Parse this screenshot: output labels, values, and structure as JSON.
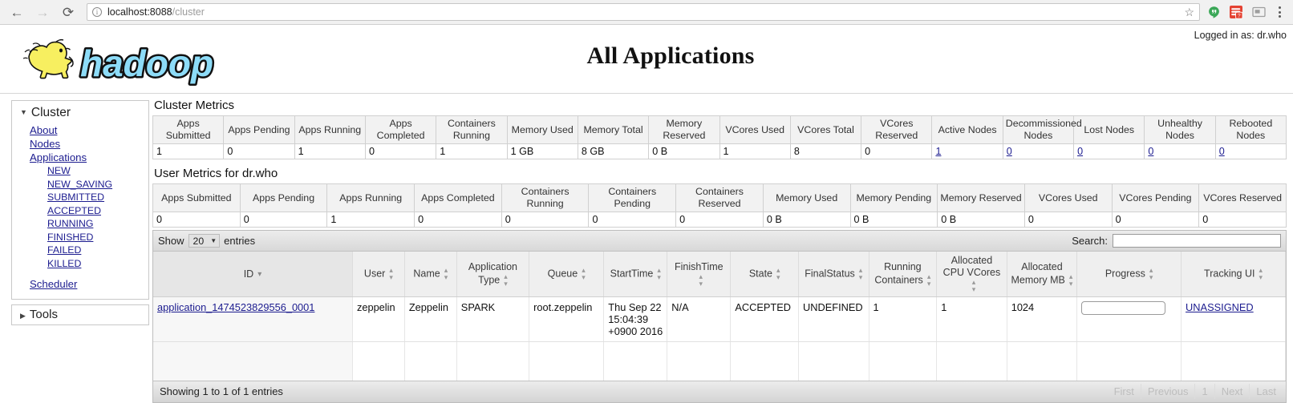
{
  "browser": {
    "back_icon": "back-arrow-icon",
    "forward_icon": "forward-arrow-icon",
    "reload_icon": "reload-icon",
    "info_icon": "info-icon",
    "url_host": "localhost:8088",
    "url_path": "/cluster",
    "star_icon": "star-bookmark-icon",
    "hangouts_icon": "hangouts-extension-icon",
    "todoist_icon": "todoist-extension-icon",
    "cast_icon": "cast-extension-icon",
    "menu_icon": "three-dot-menu-icon"
  },
  "header": {
    "logged_in": "Logged in as: dr.who",
    "title": "All Applications",
    "logo_alt": "hadoop-logo"
  },
  "sidebar": {
    "cluster_label": "Cluster",
    "links": [
      {
        "label": "About"
      },
      {
        "label": "Nodes"
      },
      {
        "label": "Applications"
      }
    ],
    "app_states": [
      {
        "label": "NEW"
      },
      {
        "label": "NEW_SAVING"
      },
      {
        "label": "SUBMITTED"
      },
      {
        "label": "ACCEPTED"
      },
      {
        "label": "RUNNING"
      },
      {
        "label": "FINISHED"
      },
      {
        "label": "FAILED"
      },
      {
        "label": "KILLED"
      }
    ],
    "scheduler_label": "Scheduler",
    "tools_label": "Tools"
  },
  "cluster_metrics": {
    "title": "Cluster Metrics",
    "headers": [
      "Apps Submitted",
      "Apps Pending",
      "Apps Running",
      "Apps Completed",
      "Containers Running",
      "Memory Used",
      "Memory Total",
      "Memory Reserved",
      "VCores Used",
      "VCores Total",
      "VCores Reserved",
      "Active Nodes",
      "Decommissioned Nodes",
      "Lost Nodes",
      "Unhealthy Nodes",
      "Rebooted Nodes"
    ],
    "values": [
      "1",
      "0",
      "1",
      "0",
      "1",
      "1 GB",
      "8 GB",
      "0 B",
      "1",
      "8",
      "0",
      "1",
      "0",
      "0",
      "0",
      "0"
    ],
    "link_flags": [
      false,
      false,
      false,
      false,
      false,
      false,
      false,
      false,
      false,
      false,
      false,
      true,
      true,
      true,
      true,
      true
    ]
  },
  "user_metrics": {
    "title": "User Metrics for dr.who",
    "headers": [
      "Apps Submitted",
      "Apps Pending",
      "Apps Running",
      "Apps Completed",
      "Containers Running",
      "Containers Pending",
      "Containers Reserved",
      "Memory Used",
      "Memory Pending",
      "Memory Reserved",
      "VCores Used",
      "VCores Pending",
      "VCores Reserved"
    ],
    "values": [
      "0",
      "0",
      "1",
      "0",
      "0",
      "0",
      "0",
      "0 B",
      "0 B",
      "0 B",
      "0",
      "0",
      "0"
    ]
  },
  "datatable": {
    "show_label": "Show",
    "length_value": "20",
    "entries_label": "entries",
    "search_label": "Search:",
    "search_value": "",
    "search_placeholder": "",
    "columns": [
      {
        "label": "ID",
        "sort": "desc"
      },
      {
        "label": "User",
        "sort": "both"
      },
      {
        "label": "Name",
        "sort": "both"
      },
      {
        "label": "Application Type",
        "sort": "both"
      },
      {
        "label": "Queue",
        "sort": "both"
      },
      {
        "label": "StartTime",
        "sort": "both"
      },
      {
        "label": "FinishTime",
        "sort": "both"
      },
      {
        "label": "State",
        "sort": "both"
      },
      {
        "label": "FinalStatus",
        "sort": "both"
      },
      {
        "label": "Running Containers",
        "sort": "both"
      },
      {
        "label": "Allocated CPU VCores",
        "sort": "both"
      },
      {
        "label": "Allocated Memory MB",
        "sort": "both"
      },
      {
        "label": "Progress",
        "sort": "both"
      },
      {
        "label": "Tracking UI",
        "sort": "both"
      }
    ],
    "rows": [
      {
        "id": "application_1474523829556_0001",
        "user": "zeppelin",
        "name": "Zeppelin",
        "app_type": "SPARK",
        "queue": "root.zeppelin",
        "start_time": "Thu Sep 22 15:04:39 +0900 2016",
        "finish_time": "N/A",
        "state": "ACCEPTED",
        "final_status": "UNDEFINED",
        "running_containers": "1",
        "allocated_vcores": "1",
        "allocated_memory": "1024",
        "progress": "",
        "tracking_ui": "UNASSIGNED"
      }
    ],
    "info": "Showing 1 to 1 of 1 entries",
    "paginate": {
      "first": "First",
      "previous": "Previous",
      "page": "1",
      "next": "Next",
      "last": "Last"
    }
  },
  "colors": {
    "link": "#1c1c8f",
    "logo_yellow": "#f5ec4f",
    "logo_blue": "#86d7f7",
    "header_bg": "#f2f2f2"
  }
}
